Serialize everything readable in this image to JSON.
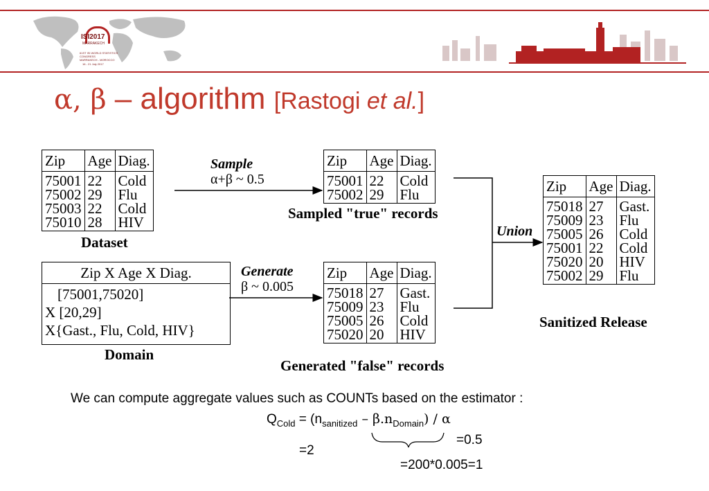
{
  "banner": {
    "logo_lines": [
      "ISI2017",
      "MARRAKECH",
      "61ST ISI WORLD STATISTICS CONGRESS",
      "MARRAKECH - MOROCCO",
      "16 - 21 July 2017"
    ],
    "accent_color": "#b22222"
  },
  "slide": {
    "title_greek": "α, β",
    "title_dash": " – ",
    "title_main": "algorithm",
    "cite_open": "[Rastogi ",
    "cite_italic": "et al.",
    "cite_close": "]"
  },
  "diagram": {
    "dataset": {
      "headers": [
        "Zip",
        "Age",
        "Diag."
      ],
      "rows": [
        [
          "75001",
          "22",
          "Cold"
        ],
        [
          "75002",
          "29",
          "Flu"
        ],
        [
          "75003",
          "22",
          "Cold"
        ],
        [
          "75010",
          "28",
          "HIV"
        ]
      ],
      "caption": "Dataset"
    },
    "sample_arrow": {
      "label": "Sample",
      "formula": "α+β ~ 0.5"
    },
    "sampled_true": {
      "headers": [
        "Zip",
        "Age",
        "Diag."
      ],
      "rows": [
        [
          "75001",
          "22",
          "Cold"
        ],
        [
          "75002",
          "29",
          "Flu"
        ]
      ],
      "caption": "Sampled \"true\" records"
    },
    "domain": {
      "header": "Zip X Age X Diag.",
      "lines": [
        "[75001,75020]",
        "X [20,29]",
        "X{Gast., Flu, Cold, HIV}"
      ],
      "caption": "Domain"
    },
    "generate_arrow": {
      "label": "Generate",
      "formula": "β ~ 0.005"
    },
    "generated_false": {
      "headers": [
        "Zip",
        "Age",
        "Diag."
      ],
      "rows": [
        [
          "75018",
          "27",
          "Gast."
        ],
        [
          "75009",
          "23",
          "Flu"
        ],
        [
          "75005",
          "26",
          "Cold"
        ],
        [
          "75020",
          "20",
          "HIV"
        ]
      ],
      "caption": "Generated \"false\" records"
    },
    "union_label": "Union",
    "sanitized": {
      "headers": [
        "Zip",
        "Age",
        "Diag."
      ],
      "rows": [
        [
          "75018",
          "27",
          "Gast."
        ],
        [
          "75009",
          "23",
          "Flu"
        ],
        [
          "75005",
          "26",
          "Cold"
        ],
        [
          "75001",
          "22",
          "Cold"
        ],
        [
          "75020",
          "20",
          "HIV"
        ],
        [
          "75002",
          "29",
          "Flu"
        ]
      ],
      "caption": "Sanitized Release"
    }
  },
  "notes": {
    "sentence": "We can compute aggregate values such as COUNTs based on the estimator :",
    "formula": {
      "q": "Q",
      "q_sub": "Cold",
      "eq_open": " = (n",
      "n_sub": "sanitized",
      "minus_beta": " – β.n",
      "n2_sub": "Domain",
      "close_div_alpha": ") / α"
    },
    "val_alpha": "=0.5",
    "val_left": "=2",
    "val_bottom": "=200*0.005=1"
  }
}
